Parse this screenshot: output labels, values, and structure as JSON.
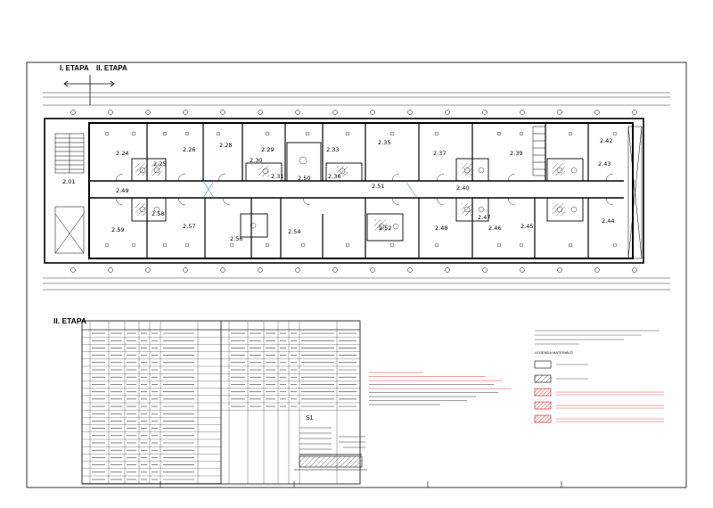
{
  "header": {
    "etapa_one": "I. ETAPA",
    "etapa_two": "II. ETAPA"
  },
  "table": {
    "title": "II. ETAPA"
  },
  "section_label": "S1",
  "legend": {
    "heading": "LEGENDA MATERIÁLŮ"
  },
  "rooms": {
    "r224": "2.24",
    "r225": "2.25",
    "r226": "2.26",
    "r228": "2.28",
    "r229": "2.29",
    "r230": "2.30",
    "r231": "2.31",
    "r233": "2.33",
    "r235": "2.35",
    "r236": "2.36",
    "r237": "2.37",
    "r239": "2.39",
    "r240": "2.40",
    "r242": "2.42",
    "r243": "2.43",
    "r244": "2.44",
    "r245": "2.45",
    "r246": "2.46",
    "r247": "2.47",
    "r248": "2.48",
    "r249": "2.49",
    "r250": "2.50",
    "r251": "2.51",
    "r252": "2.52",
    "r254": "2.54",
    "r256": "2.56",
    "r257": "2.57",
    "r258": "2.58",
    "r259": "2.59",
    "r201": "2.01"
  },
  "colors": {
    "line": "#000000",
    "hatch": "#444444",
    "red": "#d01010",
    "cyan": "#2a8fd0"
  }
}
